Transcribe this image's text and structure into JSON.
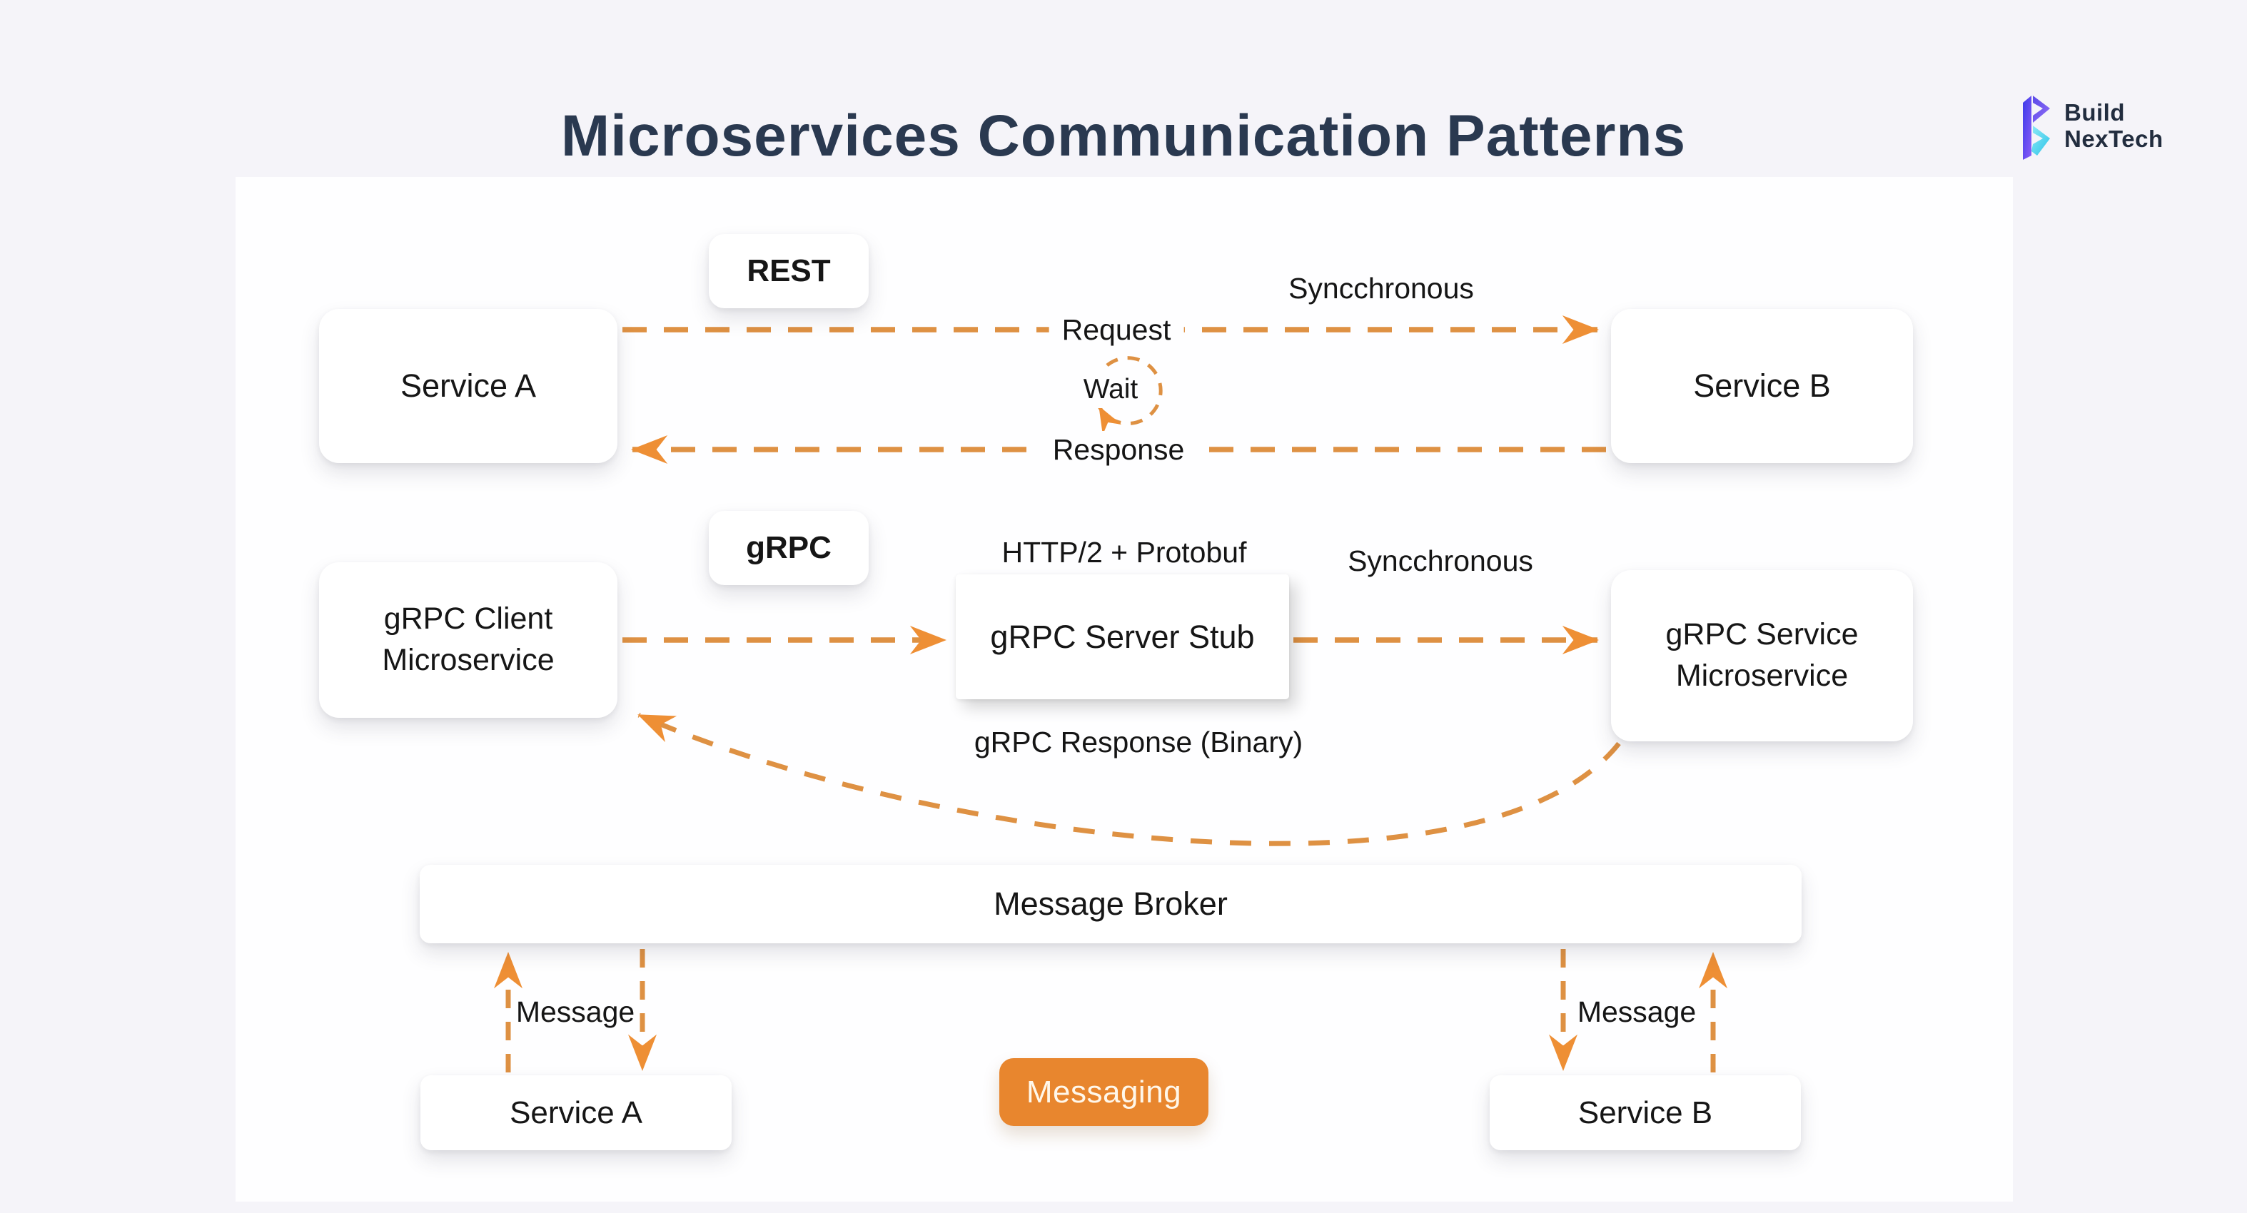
{
  "title": "Microservices Communication Patterns",
  "logo": {
    "name_line1": "Build",
    "name_line2": "NexTech"
  },
  "colors": {
    "background": "#F5F4F9",
    "panel": "#FEFEFF",
    "arrow_orange": "#DE9143",
    "arrowhead_orange": "#EE8F35",
    "badge_orange": "#E8862E",
    "title_navy": "#2A3950"
  },
  "rest_flow": {
    "pattern_tag": "REST",
    "service_a": "Service A",
    "service_b": "Service B",
    "request_label": "Request",
    "sync_label": "Syncchronous",
    "wait_label": "Wait",
    "response_label": "Response"
  },
  "grpc_flow": {
    "pattern_tag": "gRPC",
    "client_line1": "gRPC Client",
    "client_line2": "Microservice",
    "stub": "gRPC Server Stub",
    "protocol_label": "HTTP/2 + Protobuf",
    "sync_label": "Syncchronous",
    "service_line1": "gRPC Service",
    "service_line2": "Microservice",
    "response_label": "gRPC Response (Binary)"
  },
  "messaging_flow": {
    "broker": "Message Broker",
    "pattern_tag": "Messaging",
    "service_a": "Service A",
    "service_b": "Service B",
    "message_left": "Message",
    "message_right": "Message"
  }
}
